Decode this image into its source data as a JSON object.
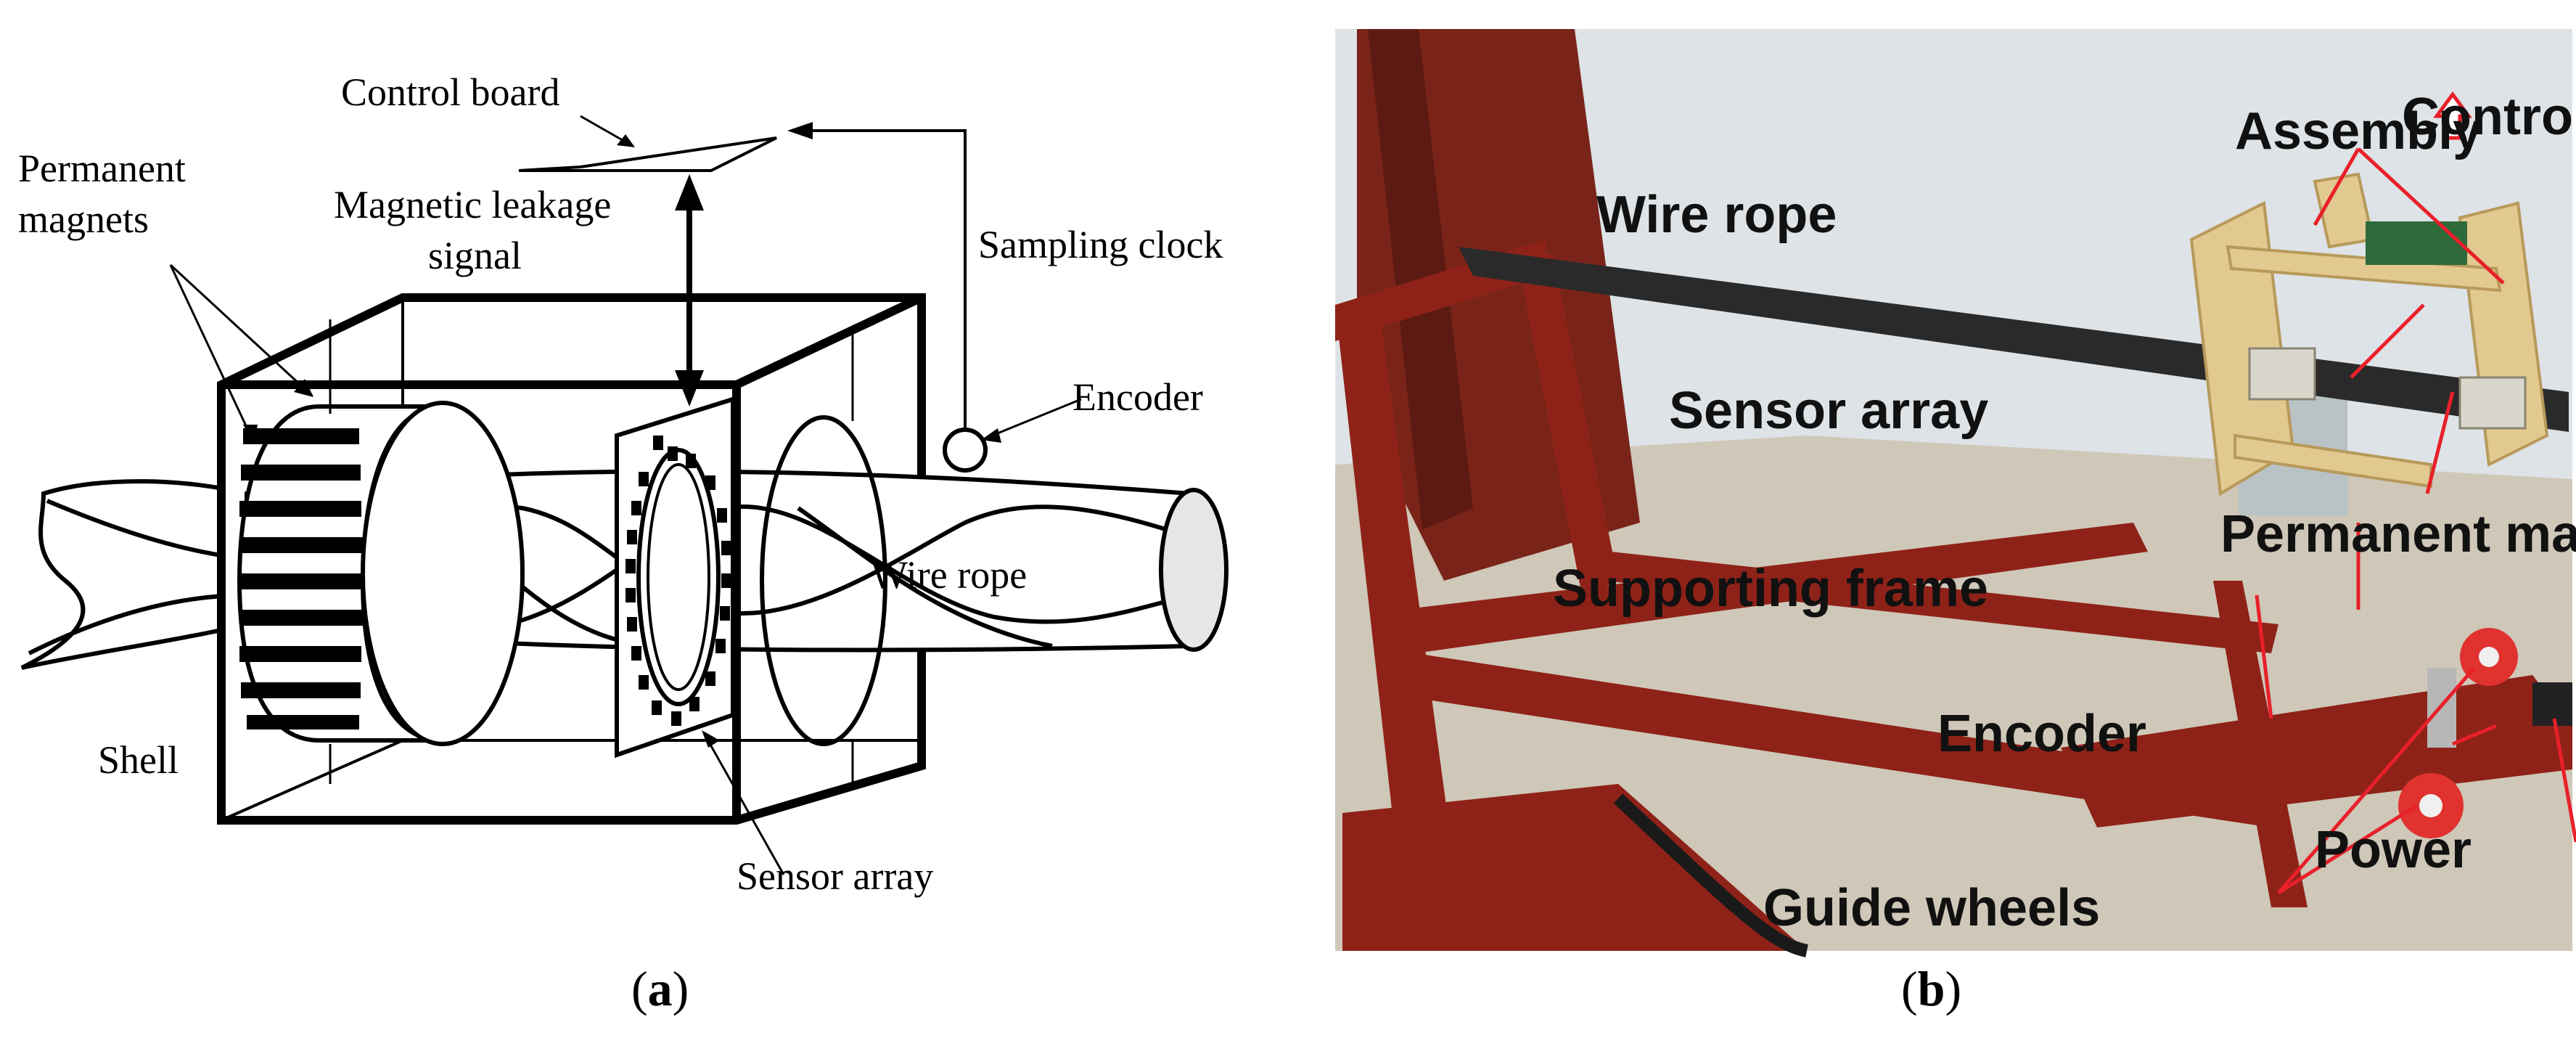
{
  "panel_a": {
    "caption_open": "(",
    "caption_letter": "a",
    "caption_close": ")",
    "labels": {
      "control_board": "Control board",
      "permanent_magnets_1": "Permanent",
      "permanent_magnets_2": "magnets",
      "magnetic_leakage_1": "Magnetic leakage",
      "magnetic_leakage_2": "signal",
      "sampling_clock": "Sampling clock",
      "encoder": "Encoder",
      "wire_rope": "Wire rope",
      "shell": "Shell",
      "sensor_array": "Sensor array"
    }
  },
  "panel_b": {
    "caption_open": "(",
    "caption_letter": "b",
    "caption_close": ")",
    "labels": {
      "assembly": "Assembly",
      "controller": "Controller",
      "wire_rope": "Wire rope",
      "sensor_array": "Sensor array",
      "permanent_magnets": "Permanent magnets",
      "supporting_frame": "Supporting frame",
      "encoder": "Encoder",
      "power": "Power",
      "guide_wheels": "Guide wheels"
    }
  },
  "colors": {
    "annotation_red": "#e8202a",
    "frame_red": "#8e2218",
    "wall": "#dde3e6",
    "floor": "#cfc7b8",
    "wood": "#e2c98f"
  }
}
